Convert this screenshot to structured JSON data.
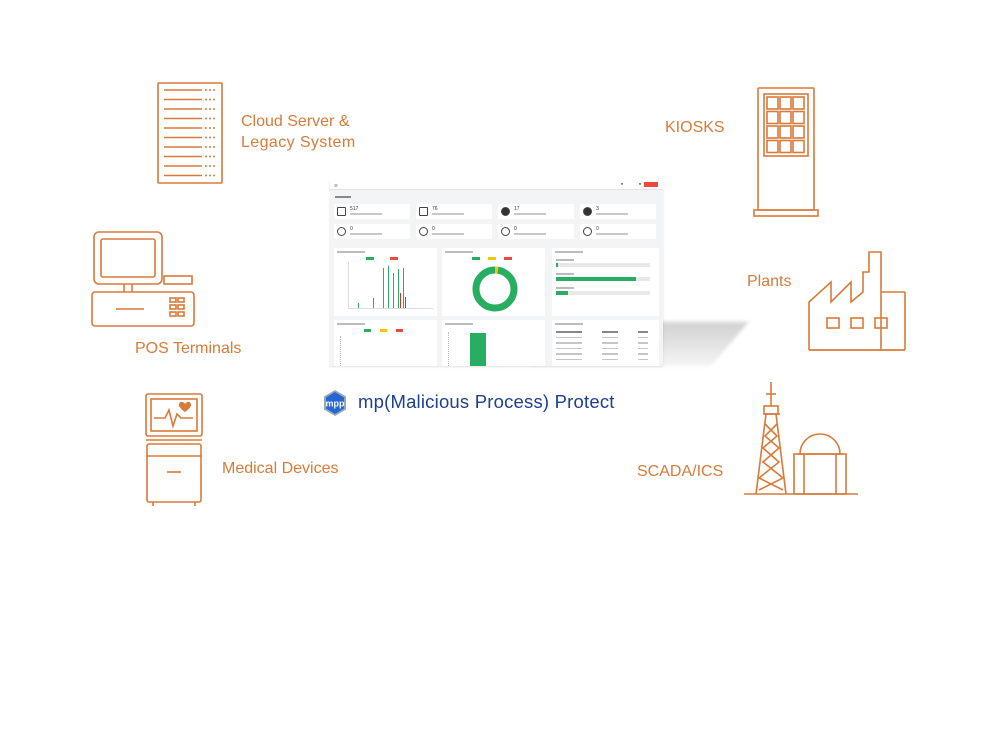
{
  "devices": {
    "cloud_server": {
      "line1": "Cloud Server &",
      "line2": "Legacy System",
      "icon": "server-rack-icon"
    },
    "pos": {
      "label": "POS Terminals",
      "icon": "pos-terminal-icon"
    },
    "medical": {
      "label": "Medical Devices",
      "icon": "medical-monitor-icon"
    },
    "kiosks": {
      "label": "KIOSKS",
      "icon": "kiosk-icon"
    },
    "plants": {
      "label": "Plants",
      "icon": "factory-icon"
    },
    "scada": {
      "label": "SCADA/ICS",
      "icon": "scada-tower-icon"
    }
  },
  "brand": {
    "badge": "mpp",
    "name": "mp(Malicious Process) Protect",
    "color": "#1d3f8f"
  },
  "dashboard": {
    "stats": [
      {
        "value": "517",
        "icon": "list-icon"
      },
      {
        "value": "76",
        "icon": "list-icon"
      },
      {
        "value": "17",
        "icon": "info-icon"
      },
      {
        "value": "3",
        "icon": "info-icon"
      },
      {
        "value": "0",
        "icon": "target-icon"
      },
      {
        "value": "0",
        "icon": "shield-icon"
      },
      {
        "value": "0",
        "icon": "clock-icon"
      },
      {
        "value": "0",
        "icon": "usb-icon"
      }
    ]
  },
  "colors": {
    "accent": "#d97a3a",
    "green": "#27ae60",
    "red": "#e74c3c",
    "yellow": "#f1c40f"
  }
}
